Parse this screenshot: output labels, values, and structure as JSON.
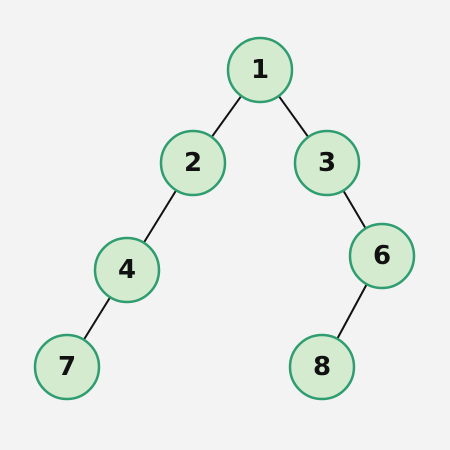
{
  "colors": {
    "background": "#f3f3f3",
    "node_fill": "#d4ebd0",
    "node_stroke": "#2f9d6f",
    "edge": "#111111",
    "label": "#111111"
  },
  "tree": {
    "nodes": [
      {
        "id": "1",
        "label": "1"
      },
      {
        "id": "2",
        "label": "2"
      },
      {
        "id": "3",
        "label": "3"
      },
      {
        "id": "4",
        "label": "4"
      },
      {
        "id": "6",
        "label": "6"
      },
      {
        "id": "7",
        "label": "7"
      },
      {
        "id": "8",
        "label": "8"
      }
    ],
    "edges": [
      {
        "from": "1",
        "to": "2"
      },
      {
        "from": "1",
        "to": "3"
      },
      {
        "from": "2",
        "to": "4"
      },
      {
        "from": "3",
        "to": "6"
      },
      {
        "from": "4",
        "to": "7"
      },
      {
        "from": "6",
        "to": "8"
      }
    ]
  }
}
